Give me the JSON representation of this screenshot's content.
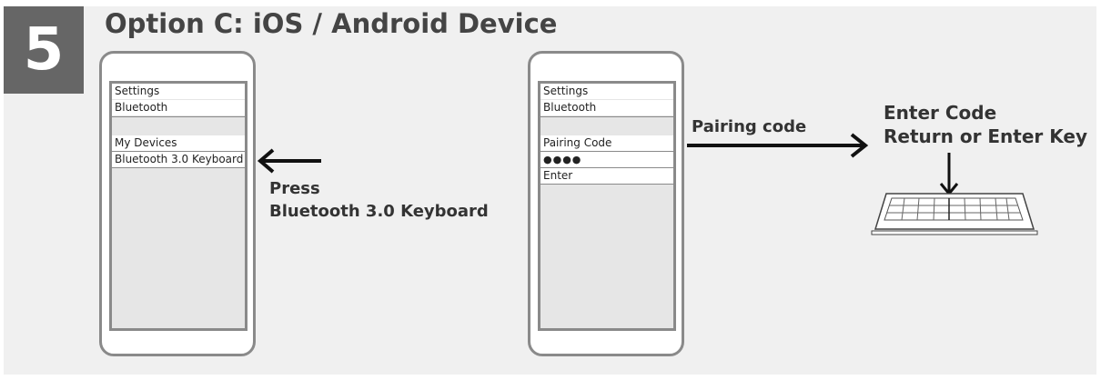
{
  "step_number": "5",
  "title": "Option C: iOS / Android Device",
  "phone_left": {
    "settings": "Settings",
    "bluetooth": "Bluetooth",
    "my_devices": "My Devices",
    "keyboard": "Bluetooth 3.0 Keyboard"
  },
  "phone_right": {
    "settings": "Settings",
    "bluetooth": "Bluetooth",
    "pairing_code_row": "Pairing Code",
    "code_dots": "●●●●",
    "enter_row": "Enter"
  },
  "press_label": "Press",
  "press_target": "Bluetooth 3.0 Keyboard",
  "pairing_code_label": "Pairing code",
  "enter_code_label": "Enter Code",
  "return_label": "Return or Enter Key",
  "colors": {
    "panel": "#f0f0f0",
    "step_box": "#666666",
    "frame": "#8a8a8a",
    "text": "#333333"
  }
}
